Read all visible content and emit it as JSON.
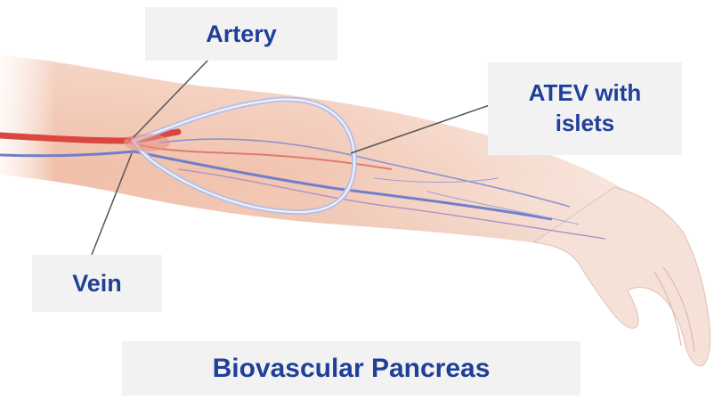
{
  "labels": {
    "artery": "Artery",
    "atev_line1": "ATEV with",
    "atev_line2": "islets",
    "vein": "Vein"
  },
  "title": "Biovascular Pancreas",
  "colors": {
    "label_text": "#1f3f99",
    "label_box": "#f2f2f2",
    "artery": "#d9473f",
    "vein": "#6f7fc8",
    "skin": "#efc3ad"
  }
}
